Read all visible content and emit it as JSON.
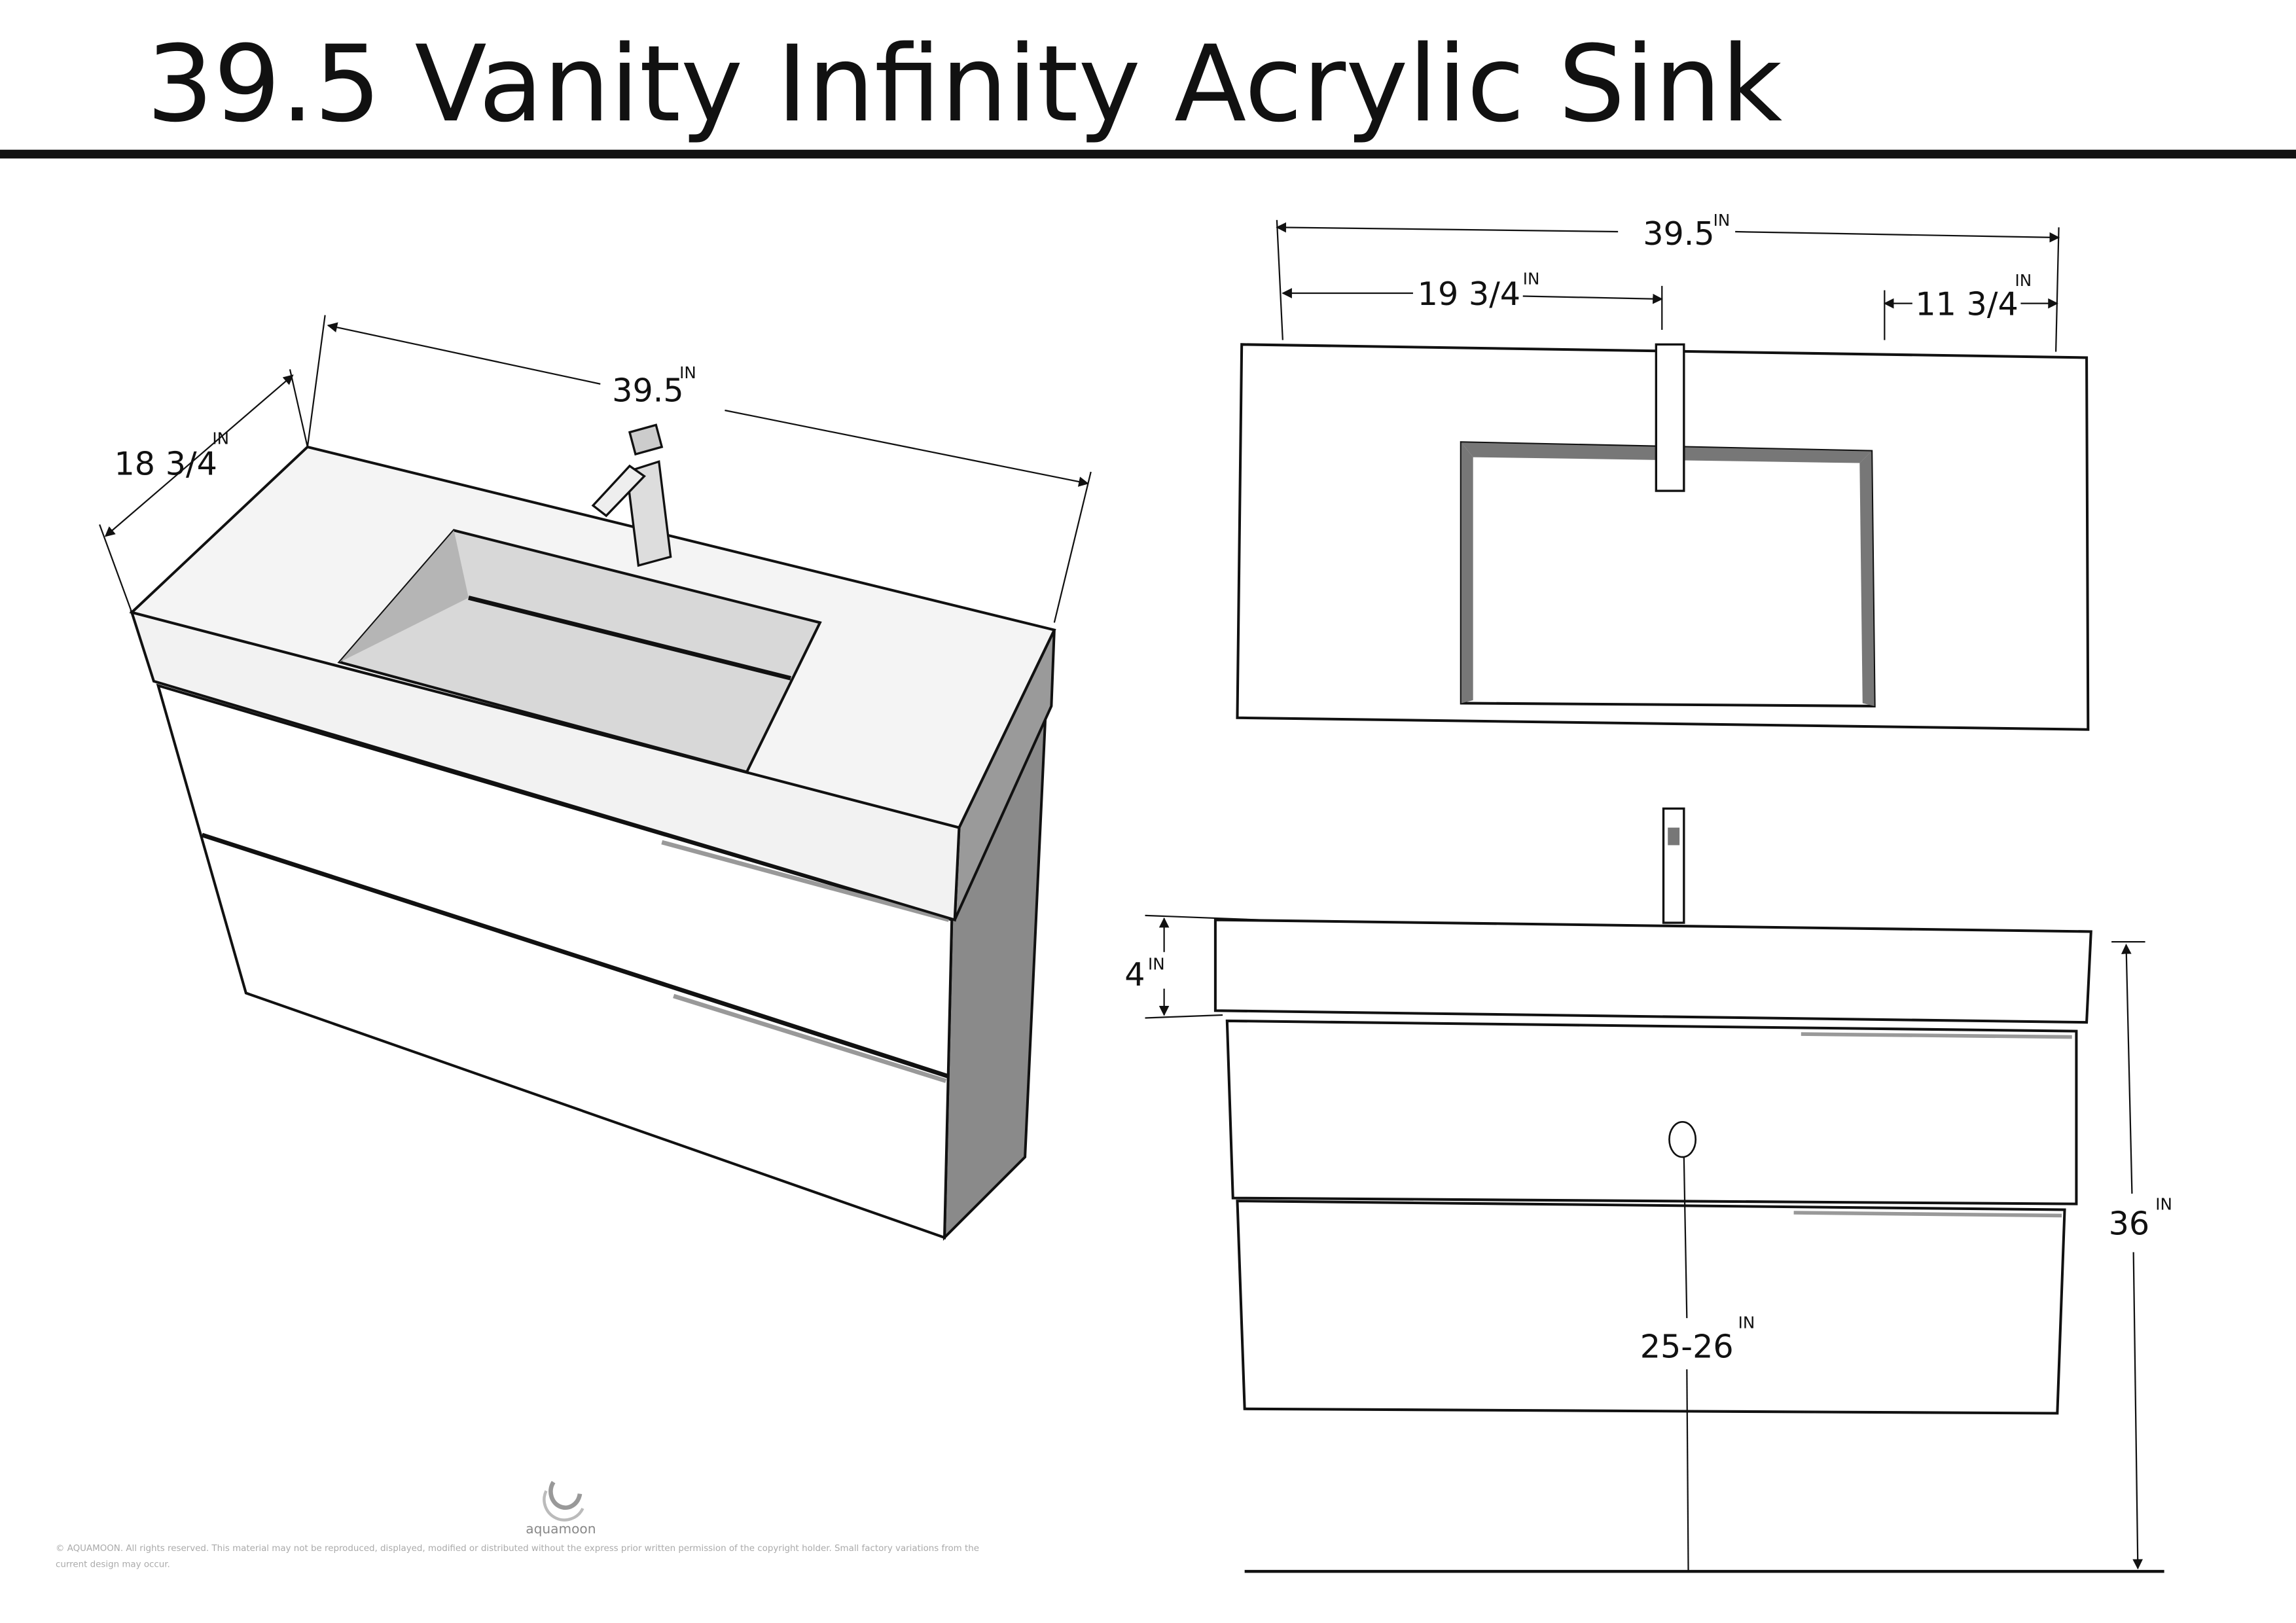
{
  "title": "39.5 Vanity Infinity Acrylic Sink",
  "unit": "IN",
  "isometric_view": {
    "width": "39.5",
    "depth": "18 3/4"
  },
  "top_view": {
    "width": "39.5",
    "faucet_from_left": "19 3/4",
    "right_offset": "11 3/4"
  },
  "front_view": {
    "counter_height": "4",
    "total_height": "36",
    "drain_height": "25-26"
  },
  "brand": {
    "logo_text": "aquamoon",
    "copyright": "© AQUAMOON. All rights reserved. This material may not be reproduced, displayed, modified or distributed without the express prior written permission of the copyright holder. Small factory variations from the",
    "copyright_line2": "current design may occur."
  },
  "colors": {
    "line": "#111111",
    "shade": "#8a8a8a",
    "face": "#ffffff"
  }
}
